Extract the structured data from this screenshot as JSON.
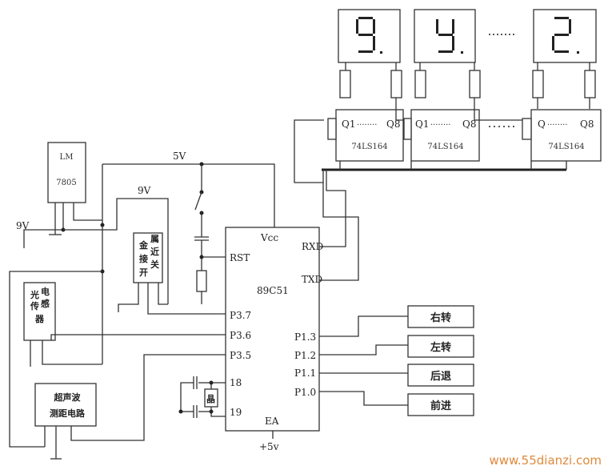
{
  "digits": [
    "",
    "",
    ""
  ],
  "shift_registers": [
    {
      "q_first": "Q1",
      "q_last": "Q8",
      "chip": "74LS164"
    },
    {
      "q_first": "Q1",
      "q_last": "Q8",
      "chip": "74LS164"
    },
    {
      "q_first": "Q",
      "q_last": "Q8",
      "chip": "74LS164"
    }
  ],
  "regulator": {
    "line1": "LM",
    "line2": "7805"
  },
  "labels": {
    "v5": "5V",
    "v9_top": "9V",
    "v9_left": "9V",
    "vcc": "Vcc",
    "rst": "RST",
    "mcu": "89C51",
    "rxd": "RXD",
    "txd": "TXD",
    "p37": "P3.7",
    "p36": "P3.6",
    "p35": "P3.5",
    "pin18": "18",
    "pin19": "19",
    "ea": "EA",
    "plus5v": "+5v",
    "p13": "P1.3",
    "p12": "P1.2",
    "p11": "P1.1",
    "p10": "P1.0",
    "crystal": "晶"
  },
  "proximity_switch": {
    "col1": "金属",
    "col2": "接近",
    "col3": "开关"
  },
  "photo_sensor": {
    "line1": "光电",
    "line2": "传感",
    "line3": "器"
  },
  "ultrasonic": {
    "line1": "超声波",
    "line2": "测距电路"
  },
  "outputs": [
    "右转",
    "左转",
    "后退",
    "前进"
  ],
  "watermark": "www.55dianzi.com"
}
